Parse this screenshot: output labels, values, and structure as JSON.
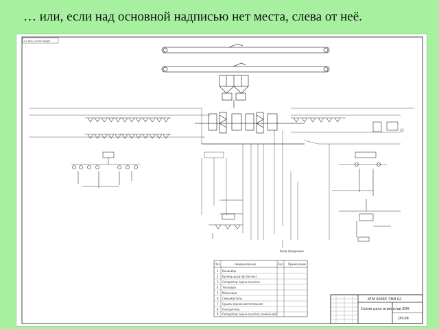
{
  "slide": {
    "caption": "… или, если над основной надписью нет места, слева от неё."
  },
  "drawing": {
    "corner_stamp": "01 ВОЦ 10400 ВАДМ",
    "note_label": "Вход продукции",
    "spec_table": {
      "headers": [
        "Поз.",
        "Наименование",
        "Кол.",
        "Примечание"
      ],
      "rows": [
        {
          "pos": "1",
          "name": "Конвейер"
        },
        {
          "pos": "2",
          "name": "Бункер-дозатор (бочок)"
        },
        {
          "pos": "3",
          "name": "Сепаратор зерно-очистки"
        },
        {
          "pos": "4",
          "name": "Тепловая"
        },
        {
          "pos": "5",
          "name": "Мельница"
        },
        {
          "pos": "6",
          "name": "Смешиватель"
        },
        {
          "pos": "7",
          "name": "Сушка зерноочистительная"
        },
        {
          "pos": "8",
          "name": "Охладитель"
        },
        {
          "pos": "9",
          "name": "Сепаратор зерно-очистки (семенной)"
        }
      ]
    },
    "title_block": {
      "code": "КГМ 00465 ТЖ8 02",
      "title": "Схема цеха агрегатов ЗОК",
      "sheet_code": "ОП-06"
    }
  }
}
